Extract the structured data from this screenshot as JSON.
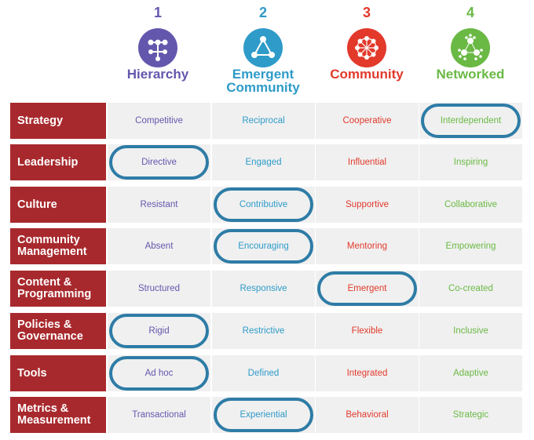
{
  "colors": {
    "stage1": "#6357ad",
    "stage2": "#2e9bc9",
    "stage3": "#e2392b",
    "stage4": "#6ab945",
    "row_label_bg": "#a8292d",
    "highlight_ring": "#2e7ca6",
    "cell_bg": "#f0f0f0"
  },
  "stages": [
    {
      "number": "1",
      "title": "Hierarchy",
      "icon": "hierarchy-org-chart-icon"
    },
    {
      "number": "2",
      "title": "Emergent Community",
      "icon": "triangle-network-icon"
    },
    {
      "number": "3",
      "title": "Community",
      "icon": "ring-network-icon"
    },
    {
      "number": "4",
      "title": "Networked",
      "icon": "clustered-network-icon"
    }
  ],
  "rows": [
    {
      "label": "Strategy",
      "cells": [
        "Competitive",
        "Reciprocal",
        "Cooperative",
        "Interdependent"
      ],
      "highlighted_stage": 4
    },
    {
      "label": "Leadership",
      "cells": [
        "Directive",
        "Engaged",
        "Influential",
        "Inspiring"
      ],
      "highlighted_stage": 1
    },
    {
      "label": "Culture",
      "cells": [
        "Resistant",
        "Contributive",
        "Supportive",
        "Collaborative"
      ],
      "highlighted_stage": 2
    },
    {
      "label": "Community Management",
      "cells": [
        "Absent",
        "Encouraging",
        "Mentoring",
        "Empowering"
      ],
      "highlighted_stage": 2
    },
    {
      "label": "Content & Programming",
      "cells": [
        "Structured",
        "Responsive",
        "Emergent",
        "Co-created"
      ],
      "highlighted_stage": 3
    },
    {
      "label": "Policies & Governance",
      "cells": [
        "Rigid",
        "Restrictive",
        "Flexible",
        "Inclusive"
      ],
      "highlighted_stage": 1
    },
    {
      "label": "Tools",
      "cells": [
        "Ad hoc",
        "Defined",
        "Integrated",
        "Adaptive"
      ],
      "highlighted_stage": 1
    },
    {
      "label": "Metrics & Measurement",
      "cells": [
        "Transactional",
        "Experiential",
        "Behavioral",
        "Strategic"
      ],
      "highlighted_stage": 2
    }
  ]
}
